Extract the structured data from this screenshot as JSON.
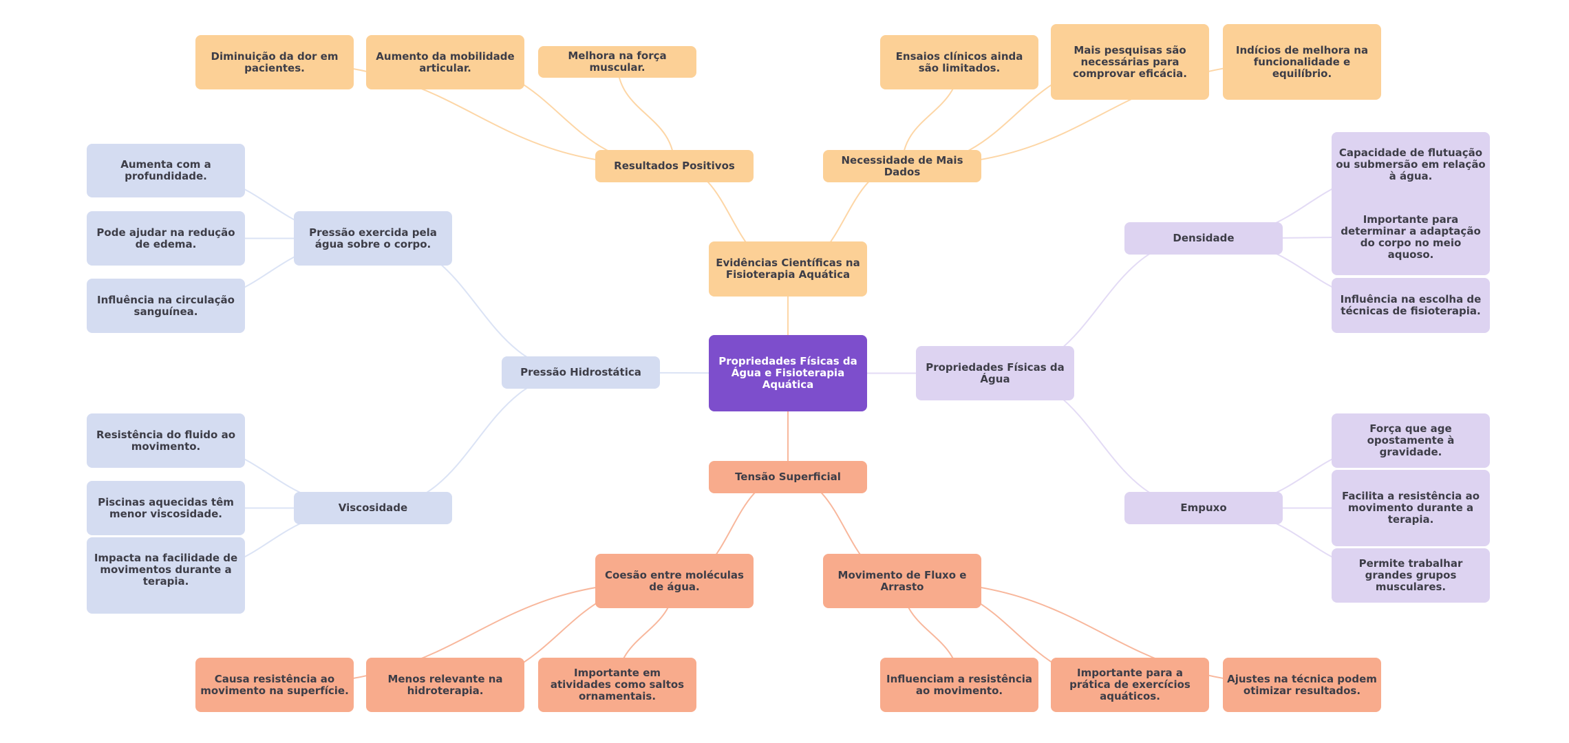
{
  "title": "Propriedades Físicas da Água e Fisioterapia Aquática",
  "colors": {
    "root": "#7d4ecc",
    "orange": "#fcd096",
    "blue": "#d4dcf1",
    "purple": "#ddd3f1",
    "salmon": "#f8ab8c",
    "edge_orange": "#fdd6a6",
    "edge_blue": "#dbe3f5",
    "edge_purple": "#e3dbf5",
    "edge_salmon": "#f8b79c"
  },
  "nodes": {
    "root": "Propriedades Físicas da Água e Fisioterapia Aquática",
    "evidencias": "Evidências Científicas na Fisioterapia Aquática",
    "resultados": "Resultados Positivos",
    "diminuicao": "Diminuição da dor em pacientes.",
    "aumento": "Aumento da mobilidade articular.",
    "melhora": "Melhora na força muscular.",
    "necessidade": "Necessidade de Mais Dados",
    "ensaios": "Ensaios clínicos ainda são limitados.",
    "mais_pesquisas": "Mais pesquisas são necessárias para comprovar eficácia.",
    "indicios": "Indícios de melhora na funcionalidade e equilíbrio.",
    "pressao_hidro": "Pressão Hidrostática",
    "pressao_exercida": "Pressão exercida pela água sobre o corpo.",
    "aumenta_prof": "Aumenta com a profundidade.",
    "pode_ajudar": "Pode ajudar na redução de edema.",
    "influencia_circ": "Influência na circulação sanguínea.",
    "viscosidade": "Viscosidade",
    "resistencia_fluido": "Resistência do fluido ao movimento.",
    "piscinas": "Piscinas aquecidas têm menor viscosidade.",
    "impacta": "Impacta na facilidade de movimentos durante a terapia.",
    "prop_fisicas": "Propriedades Físicas da Água",
    "densidade": "Densidade",
    "capacidade": "Capacidade de flutuação ou submersão em relação à água.",
    "importante_adapt": "Importante para determinar a adaptação do corpo no meio aquoso.",
    "influencia_escolha": "Influência na escolha de técnicas de fisioterapia.",
    "empuxo": "Empuxo",
    "forca": "Força que age opostamente à gravidade.",
    "facilita": "Facilita a resistência ao movimento durante a terapia.",
    "permite": "Permite trabalhar grandes grupos musculares.",
    "tensao": "Tensão Superficial",
    "coesao": "Coesão entre moléculas de água.",
    "causa": "Causa resistência ao movimento na superfície.",
    "menos": "Menos relevante na hidroterapia.",
    "importante_ativ": "Importante em atividades como saltos ornamentais.",
    "movimento": "Movimento de Fluxo e Arrasto",
    "influenciam": "Influenciam a resistência ao movimento.",
    "importante_pratica": "Importante para a prática de exercícios aquáticos.",
    "ajustes": "Ajustes na técnica podem otimizar resultados."
  },
  "edges": [
    [
      "root",
      "evidencias",
      "edge_orange"
    ],
    [
      "evidencias",
      "resultados",
      "edge_orange"
    ],
    [
      "evidencias",
      "necessidade",
      "edge_orange"
    ],
    [
      "resultados",
      "diminuicao",
      "edge_orange"
    ],
    [
      "resultados",
      "aumento",
      "edge_orange"
    ],
    [
      "resultados",
      "melhora",
      "edge_orange"
    ],
    [
      "necessidade",
      "ensaios",
      "edge_orange"
    ],
    [
      "necessidade",
      "mais_pesquisas",
      "edge_orange"
    ],
    [
      "necessidade",
      "indicios",
      "edge_orange"
    ],
    [
      "root",
      "pressao_hidro",
      "edge_blue"
    ],
    [
      "pressao_hidro",
      "pressao_exercida",
      "edge_blue"
    ],
    [
      "pressao_hidro",
      "viscosidade",
      "edge_blue"
    ],
    [
      "pressao_exercida",
      "aumenta_prof",
      "edge_blue"
    ],
    [
      "pressao_exercida",
      "pode_ajudar",
      "edge_blue"
    ],
    [
      "pressao_exercida",
      "influencia_circ",
      "edge_blue"
    ],
    [
      "viscosidade",
      "resistencia_fluido",
      "edge_blue"
    ],
    [
      "viscosidade",
      "piscinas",
      "edge_blue"
    ],
    [
      "viscosidade",
      "impacta",
      "edge_blue"
    ],
    [
      "root",
      "prop_fisicas",
      "edge_purple"
    ],
    [
      "prop_fisicas",
      "densidade",
      "edge_purple"
    ],
    [
      "prop_fisicas",
      "empuxo",
      "edge_purple"
    ],
    [
      "densidade",
      "capacidade",
      "edge_purple"
    ],
    [
      "densidade",
      "importante_adapt",
      "edge_purple"
    ],
    [
      "densidade",
      "influencia_escolha",
      "edge_purple"
    ],
    [
      "empuxo",
      "forca",
      "edge_purple"
    ],
    [
      "empuxo",
      "facilita",
      "edge_purple"
    ],
    [
      "empuxo",
      "permite",
      "edge_purple"
    ],
    [
      "root",
      "tensao",
      "edge_salmon"
    ],
    [
      "tensao",
      "coesao",
      "edge_salmon"
    ],
    [
      "tensao",
      "movimento",
      "edge_salmon"
    ],
    [
      "coesao",
      "causa",
      "edge_salmon"
    ],
    [
      "coesao",
      "menos",
      "edge_salmon"
    ],
    [
      "coesao",
      "importante_ativ",
      "edge_salmon"
    ],
    [
      "movimento",
      "influenciam",
      "edge_salmon"
    ],
    [
      "movimento",
      "importante_pratica",
      "edge_salmon"
    ],
    [
      "movimento",
      "ajustes",
      "edge_salmon"
    ]
  ]
}
